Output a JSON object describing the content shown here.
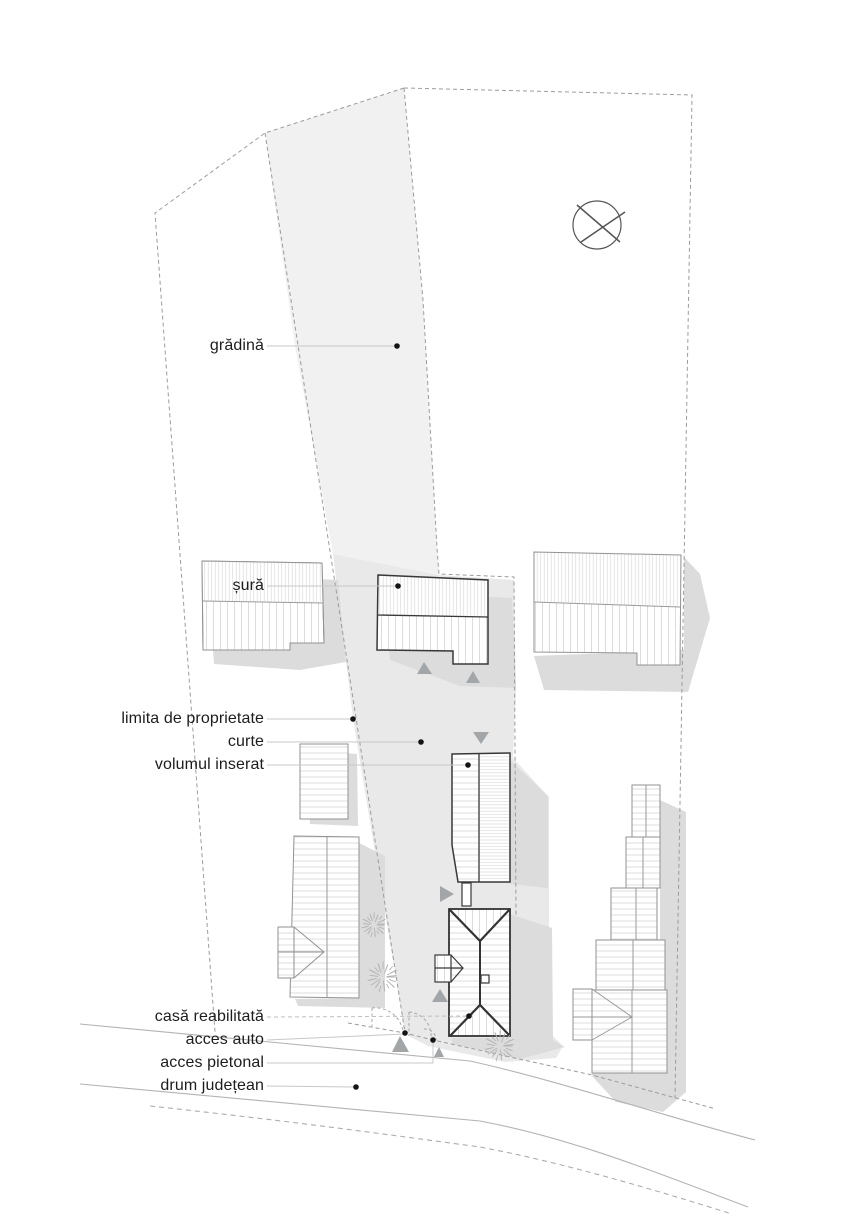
{
  "labels": {
    "gradina": "grădină",
    "sura": "șură",
    "limita_de_proprietate": "limita de proprietate",
    "curte": "curte",
    "volumul_inserat": "volumul inserat",
    "casa_reabilitata": "casă reabilitată",
    "acces_auto": "acces auto",
    "acces_pietonal": "acces pietonal",
    "drum_judetean": "drum județean"
  },
  "symbols": {
    "crossed_circle": "crossed-circle-marker",
    "tree": "tree-canopy-symbol",
    "direction_arrow": "gray-triangle-arrow",
    "gate_swing": "dashed-gate-swing-arc",
    "leader_dot": "black-marker-dot"
  },
  "colors": {
    "background": "#ffffff",
    "garden_fill": "#f1f1f1",
    "courtyard_fill": "#e9e9e9",
    "shadow_fill": "#dcdcdc",
    "dark_outline": "#383838",
    "light_outline": "#929292",
    "boundary_dash": "#9c9c9c",
    "road_line": "#b3b3b3",
    "text": "#1d1d1d"
  }
}
